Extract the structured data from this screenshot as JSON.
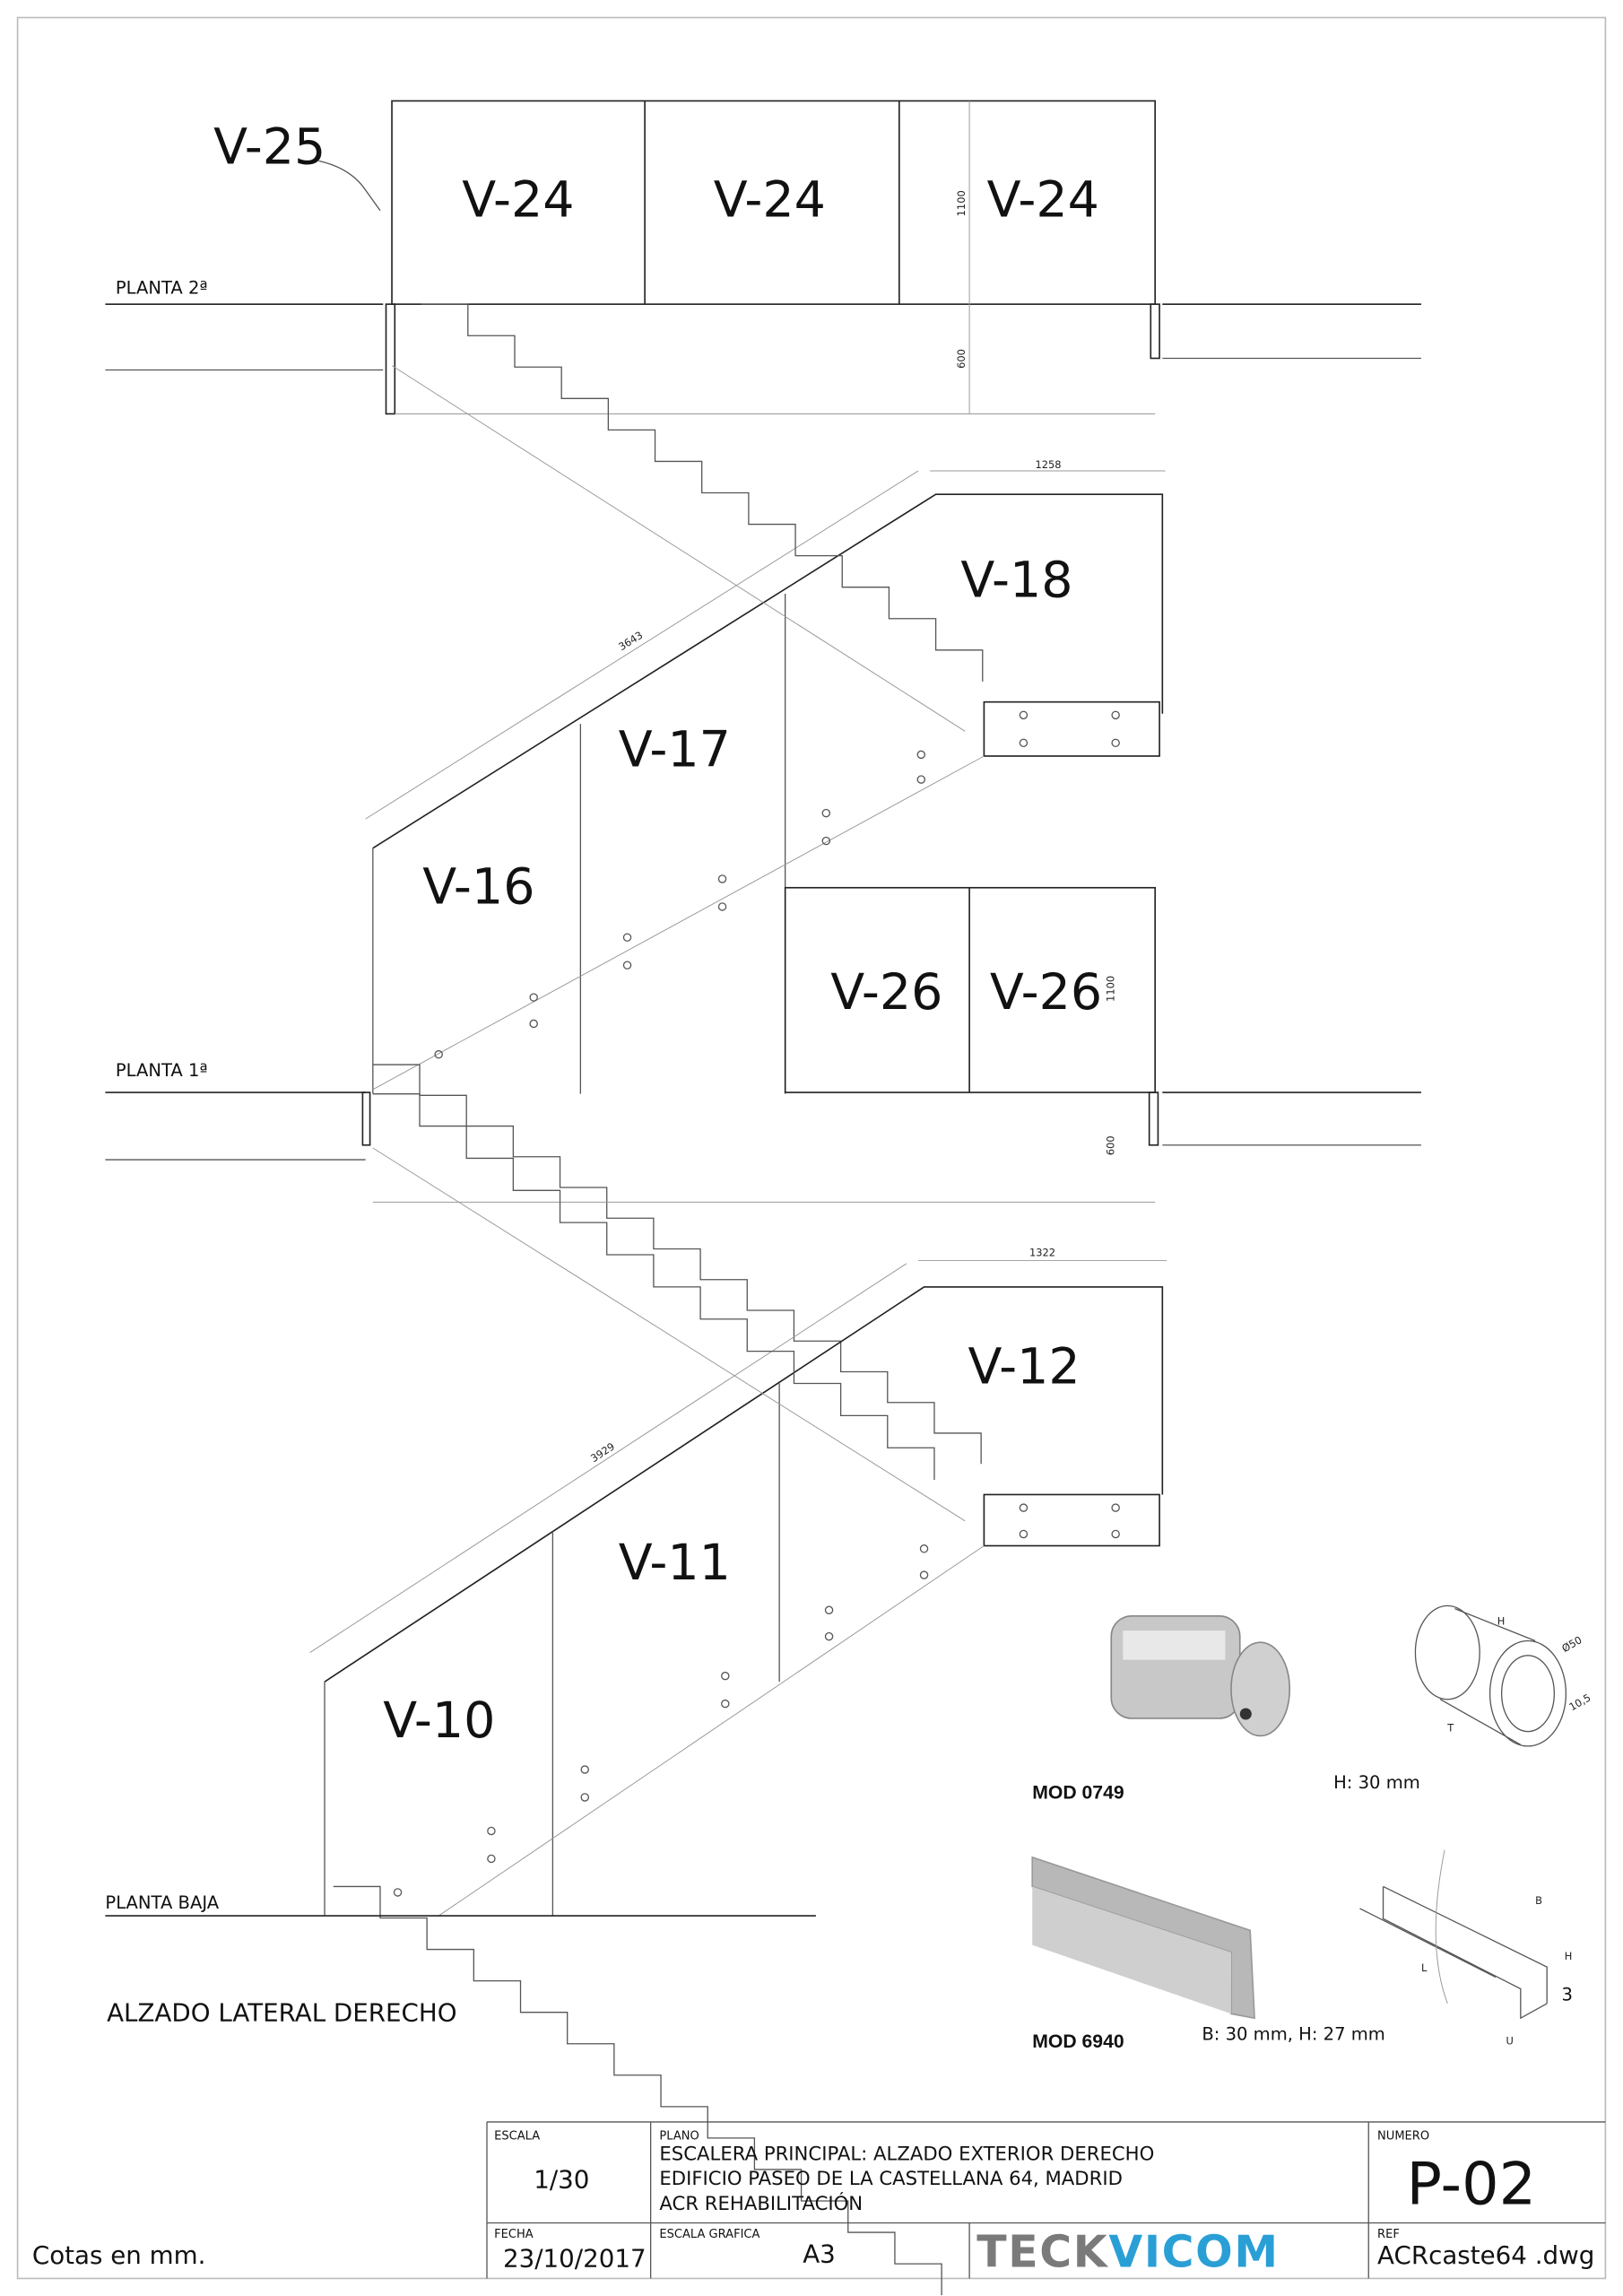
{
  "labels": {
    "v25": "V-25",
    "v24a": "V-24",
    "v24b": "V-24",
    "v24c": "V-24",
    "v18": "V-18",
    "v17": "V-17",
    "v16": "V-16",
    "v26a": "V-26",
    "v26b": "V-26",
    "v12": "V-12",
    "v11": "V-11",
    "v10": "V-10"
  },
  "levels": {
    "planta2": "PLANTA 2ª",
    "planta1": "PLANTA 1ª",
    "plantaBaja": "PLANTA BAJA"
  },
  "dimensions": {
    "top_height": "1100",
    "top_under": "600",
    "mid_landing": "1258",
    "mid_rail": "3643",
    "mid_height": "1100",
    "mid_under": "600",
    "low_landing": "1322",
    "low_rail": "3929"
  },
  "view_title": "ALZADO LATERAL DERECHO",
  "units_note": "Cotas en mm.",
  "parts": [
    {
      "model": "MOD 0749",
      "spec": "H: 30 mm",
      "dims": [
        "H",
        "Ø50",
        "10,5",
        "T"
      ]
    },
    {
      "model": "MOD 6940",
      "spec": "B: 30 mm, H: 27 mm",
      "dims": [
        "B",
        "H",
        "3",
        "L",
        "U"
      ]
    }
  ],
  "title_block": {
    "escala_label": "ESCALA",
    "escala": "1/30",
    "plano_label": "PLANO",
    "plano_line1": "ESCALERA PRINCIPAL: ALZADO EXTERIOR DERECHO",
    "plano_line2": "EDIFICIO PASEO DE LA CASTELLANA 64, MADRID",
    "plano_line3": "ACR REHABILITACIÓN",
    "numero_label": "NUMERO",
    "numero": "P-02",
    "fecha_label": "FECHA",
    "fecha": "23/10/2017",
    "escala_grafica_label": "ESCALA GRAFICA",
    "escala_grafica": "A3",
    "logo_part1": "TECK",
    "logo_part2": "VICOM",
    "ref_label": "REF",
    "ref": "ACRcaste64 .dwg"
  },
  "colors": {
    "logo_grey": "#7a7a7a",
    "logo_blue": "#2a9fd6"
  }
}
